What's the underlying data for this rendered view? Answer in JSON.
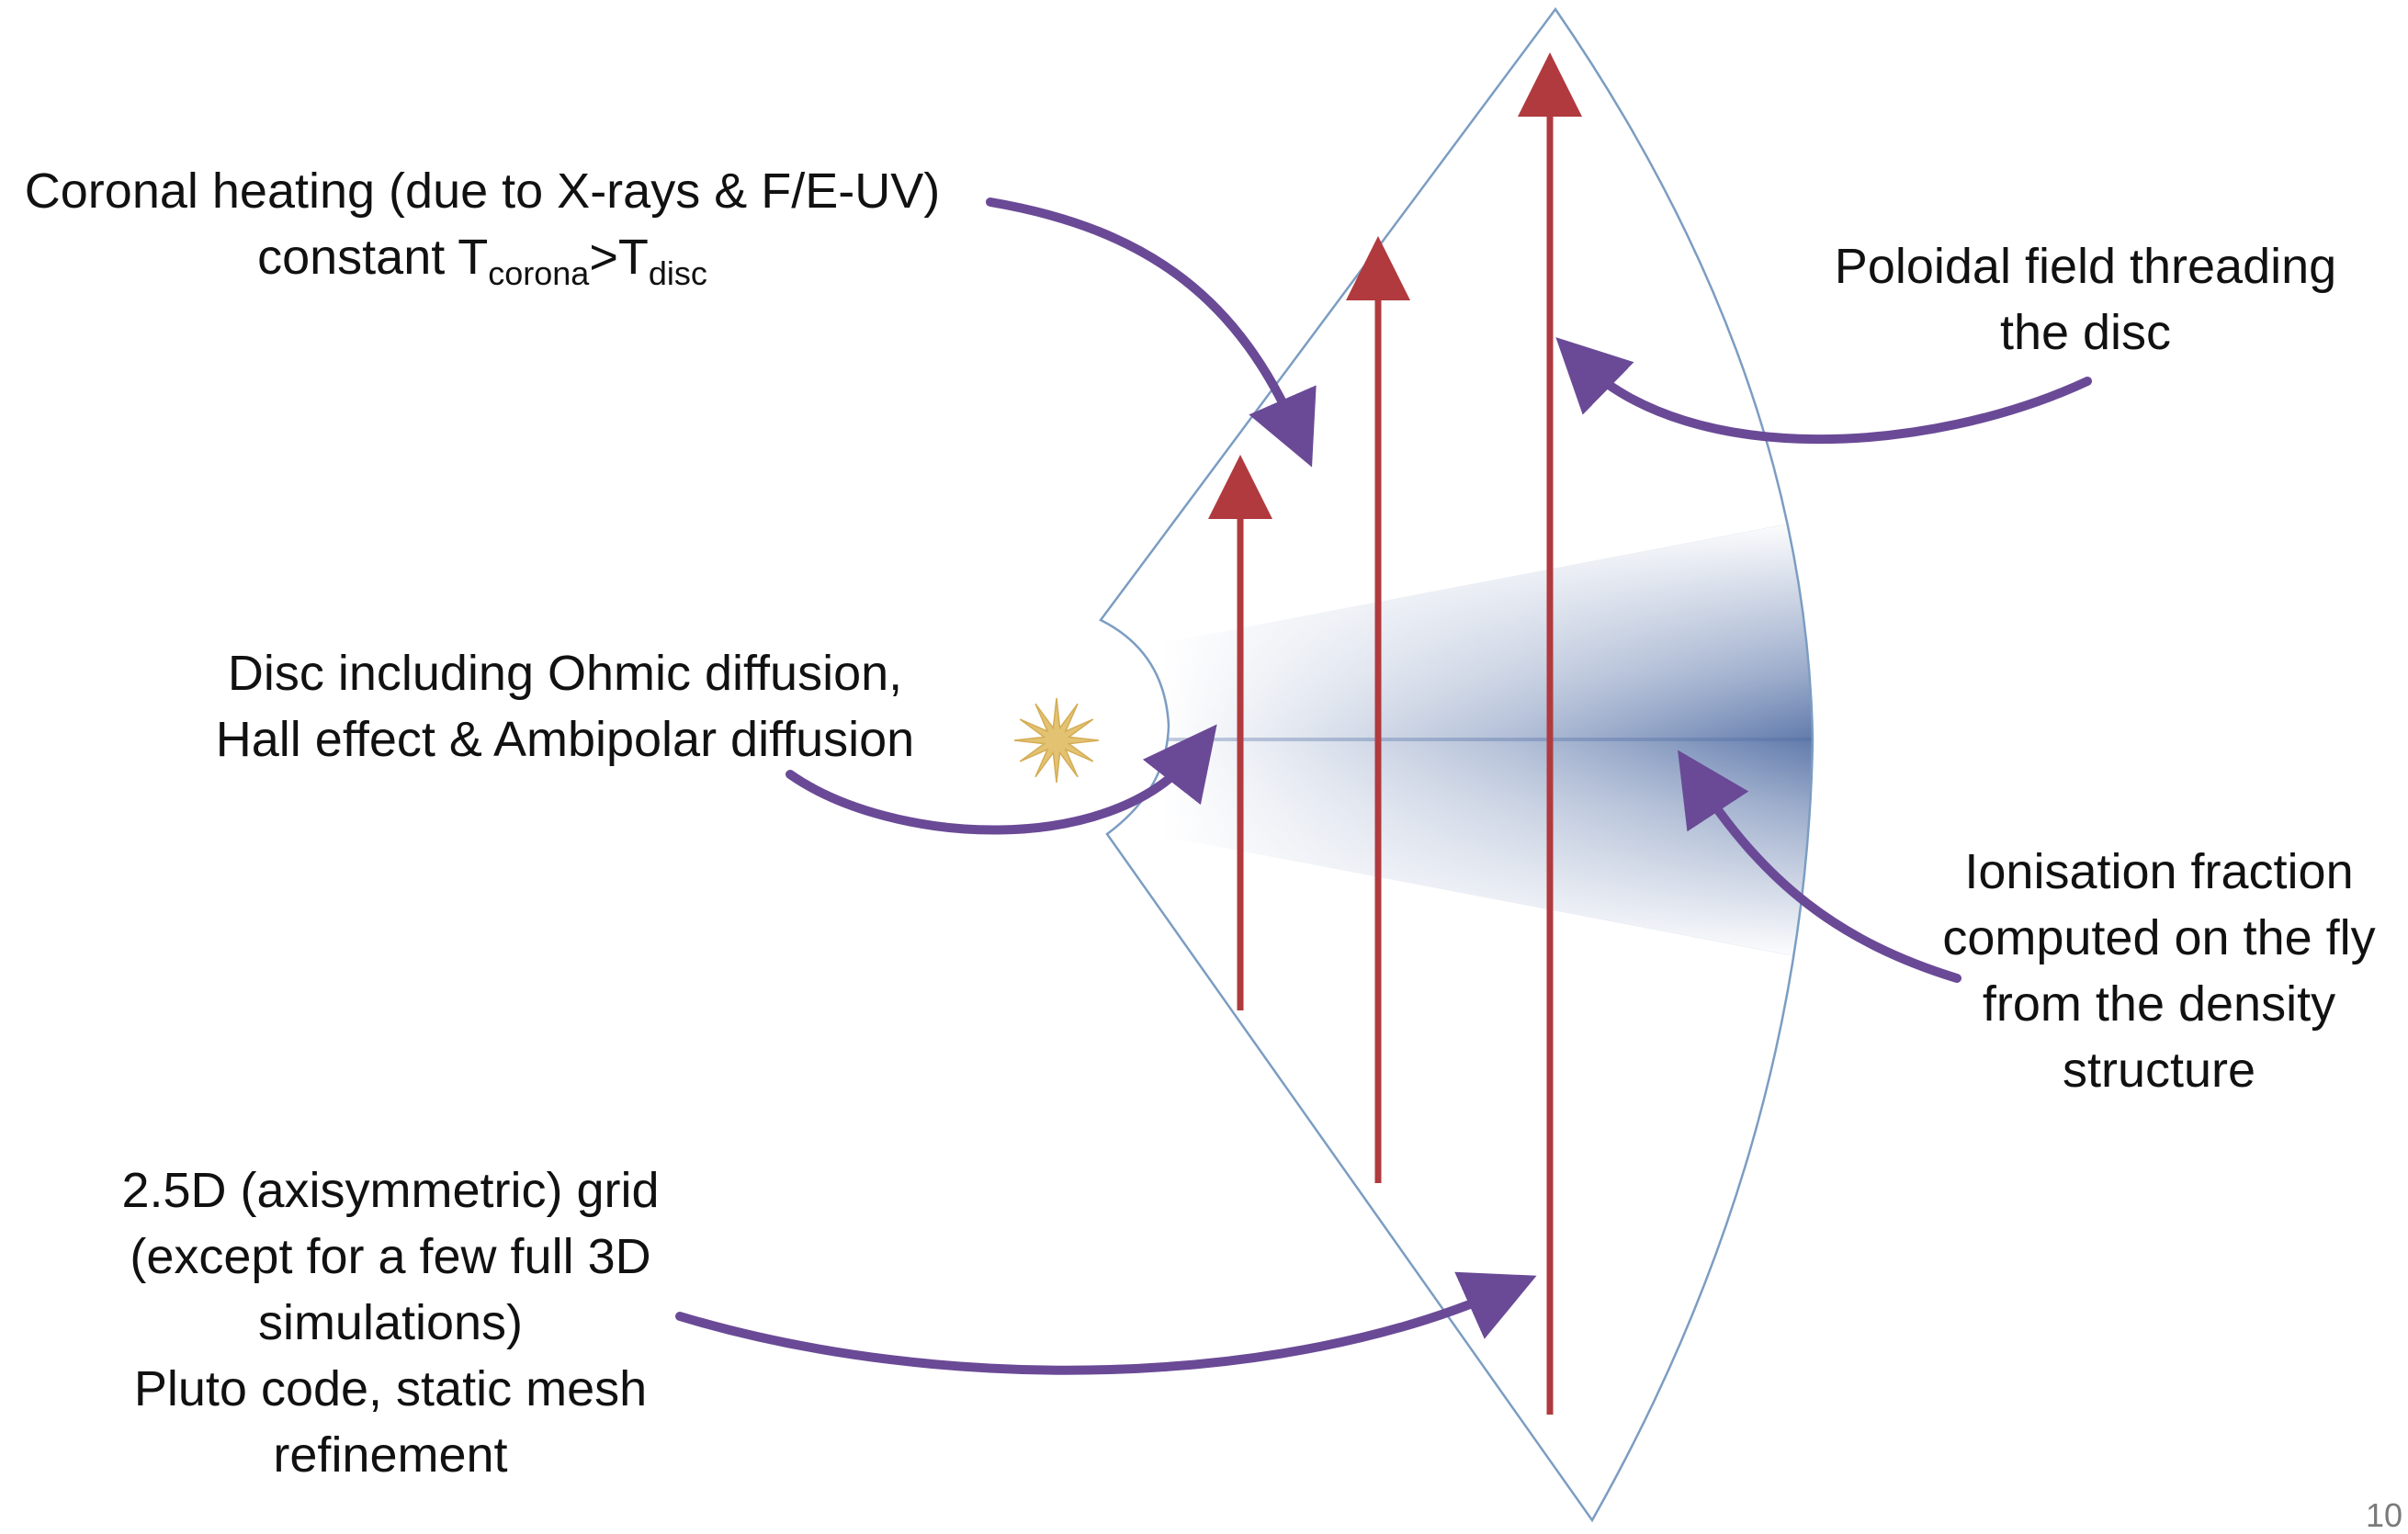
{
  "labels": {
    "coronal_heating": {
      "line1": "Coronal heating (due to X-rays & F/E-UV)",
      "line2_prefix": "constant T",
      "line2_sub1": "corona",
      "line2_mid": ">T",
      "line2_sub2": "disc"
    },
    "poloidal_field": {
      "line1": "Poloidal field threading",
      "line2": "the disc"
    },
    "disc_physics": {
      "line1": "Disc including Ohmic diffusion,",
      "line2": "Hall effect & Ambipolar diffusion"
    },
    "ionisation": {
      "line1": "Ionisation fraction",
      "line2": "computed on the fly",
      "line3": "from the density",
      "line4": "structure"
    },
    "grid": {
      "line1": "2.5D (axisymmetric) grid",
      "line2": "(except for a few full 3D",
      "line3": "simulations)",
      "line4": "Pluto code, static mesh",
      "line5": "refinement"
    }
  },
  "slide_number": "10",
  "colors": {
    "outline": "#7c9dc2",
    "field_arrow": "#b03a3e",
    "pointer_arrow": "#6a4a96",
    "disc": "#4f6ca3",
    "star": "#e3c272",
    "text": "#111111"
  },
  "icons": {
    "star": "star-burst-icon"
  }
}
